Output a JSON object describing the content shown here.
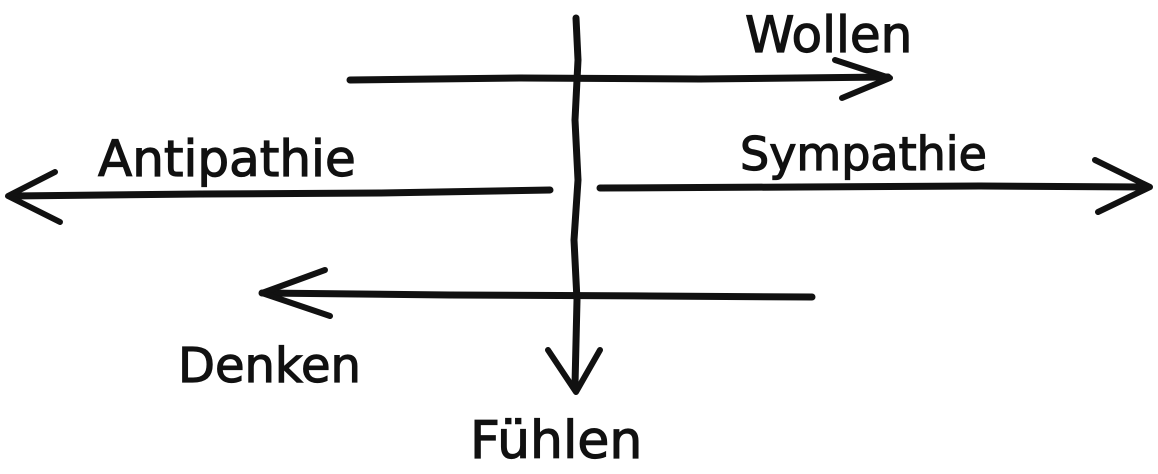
{
  "labels": {
    "wollen": "Wollen",
    "antipathie": "Antipathie",
    "sympathie": "Sympathie",
    "denken": "Denken",
    "fuehlen": "Fühlen"
  },
  "colors": {
    "ink": "#111111",
    "background": "#ffffff"
  }
}
